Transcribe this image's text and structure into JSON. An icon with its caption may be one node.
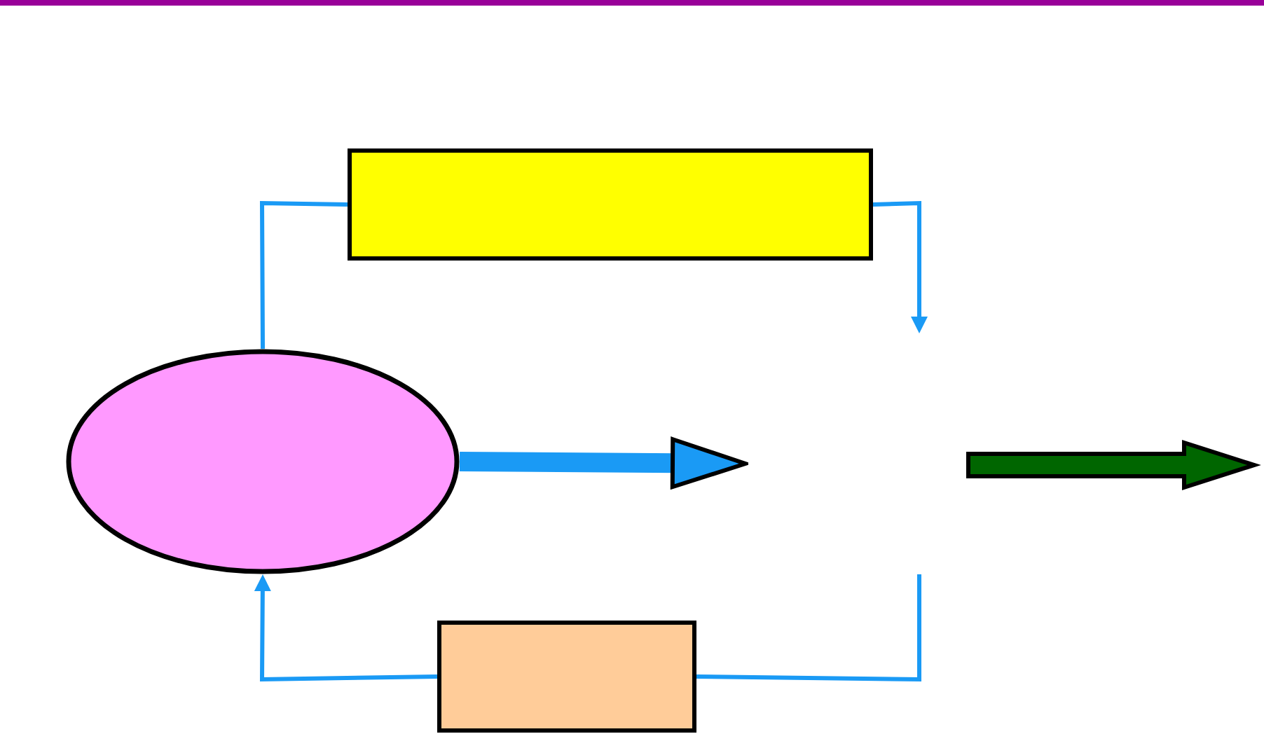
{
  "diagram": {
    "nodes": [
      {
        "text": [],
        "shape": "box"
      },
      {
        "text": [],
        "shape": "ellipse"
      },
      {
        "text": [],
        "shape": "box"
      }
    ],
    "edges": [
      {
        "from": 1,
        "to": 0,
        "arrow": "none"
      },
      {
        "from": 0,
        "to": null,
        "arrow": "to"
      },
      {
        "from": null,
        "to": 2,
        "arrow": "none"
      },
      {
        "from": 2,
        "to": 1,
        "arrow": "to"
      },
      {
        "from": 1,
        "to": null,
        "arrow": "to",
        "style": "thick"
      }
    ]
  }
}
